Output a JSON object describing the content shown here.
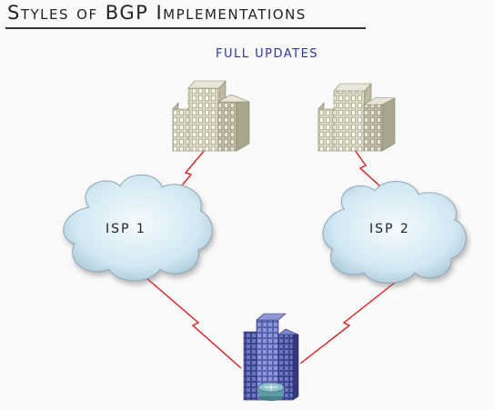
{
  "title": "Styles of BGP Implementations",
  "subtitle": "FULL UPDATES",
  "nodes": {
    "isp1": {
      "label": "ISP 1"
    },
    "isp2": {
      "label": "ISP 2"
    }
  },
  "colors": {
    "link": "#d42020",
    "subtitle": "#2a3aa0",
    "building_beige": "#d8d5c0",
    "headquarters_blue": "#5a62b0",
    "cloud": "#d2e8f2"
  },
  "icons": [
    "office-building-icon",
    "office-building-icon",
    "enterprise-headquarters-icon"
  ]
}
